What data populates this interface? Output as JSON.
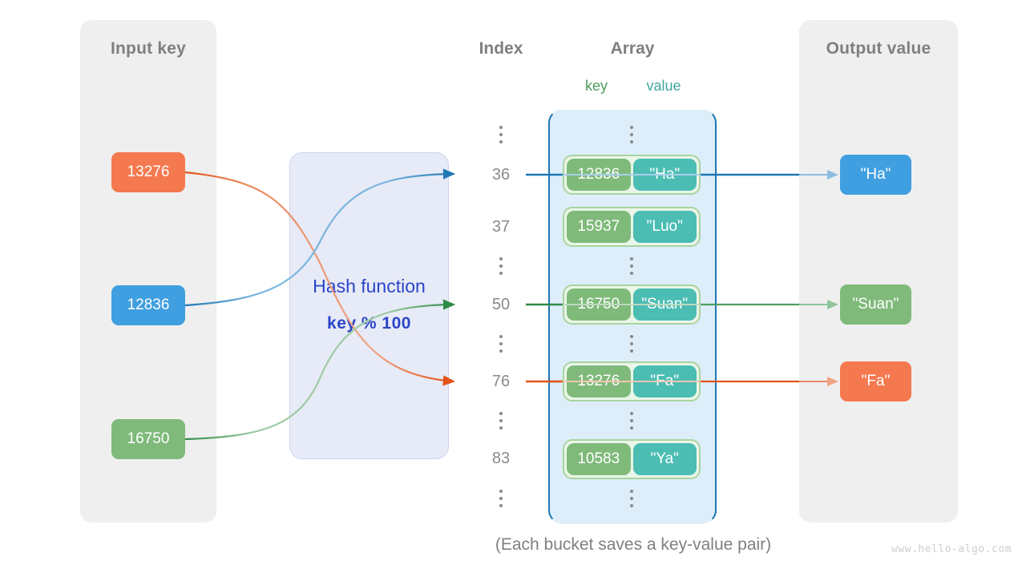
{
  "panels": {
    "input": {
      "title": "Input key"
    },
    "output": {
      "title": "Output value"
    }
  },
  "hash": {
    "title": "Hash function",
    "formula": "key % 100",
    "box_color": "#e7eaf7",
    "text_color": "#2a45c8"
  },
  "headings": {
    "index": "Index",
    "array": "Array",
    "key": "key",
    "value": "value",
    "key_color": "#4a9a5a",
    "value_color": "#3fa89f"
  },
  "input_keys": [
    {
      "label": "13276",
      "color": "#f4794f"
    },
    {
      "label": "12836",
      "color": "#3f9fe0"
    },
    {
      "label": "16750",
      "color": "#7fba7a"
    }
  ],
  "output_values": [
    {
      "label": "\"Ha\"",
      "color": "#3f9fe0"
    },
    {
      "label": "\"Suan\"",
      "color": "#7fba7a"
    },
    {
      "label": "\"Fa\"",
      "color": "#f4794f"
    }
  ],
  "indices": [
    {
      "label": "36"
    },
    {
      "label": "37"
    },
    {
      "label": "50"
    },
    {
      "label": "76"
    },
    {
      "label": "83"
    }
  ],
  "buckets": [
    {
      "key": "12836",
      "value": "\"Ha\""
    },
    {
      "key": "15937",
      "value": "\"Luo\""
    },
    {
      "key": "16750",
      "value": "\"Suan\""
    },
    {
      "key": "13276",
      "value": "\"Fa\""
    },
    {
      "key": "10583",
      "value": "\"Ya\""
    }
  ],
  "footer": {
    "caption": "(Each bucket saves a key-value pair)",
    "watermark": "www.hello-algo.com"
  },
  "colors": {
    "panel_bg": "#efefef",
    "array_bg": "#ddeefa",
    "array_border": "#1f77b4",
    "bucket_border": "#a8d4a0",
    "cell_key": "#7fba7a",
    "cell_value": "#4cbdb3",
    "orange": "#f4794f",
    "blue": "#3f9fe0",
    "green": "#4e9e4e"
  }
}
